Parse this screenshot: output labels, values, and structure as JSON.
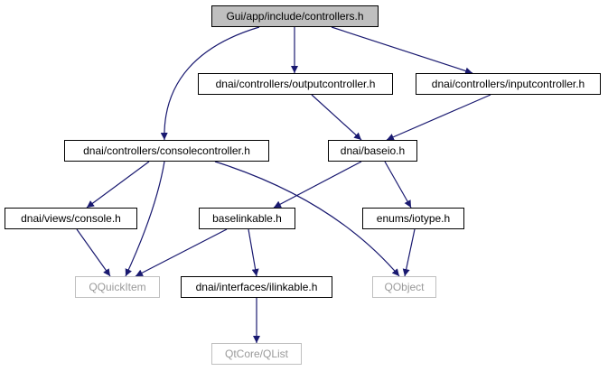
{
  "colors": {
    "edge": "#191970",
    "node_border": "#000000",
    "external_border": "#bfbfbf",
    "root_fill": "#bfbfbf"
  },
  "nodes": {
    "root": "Gui/app/include/controllers.h",
    "outputcontroller": "dnai/controllers/outputcontroller.h",
    "inputcontroller": "dnai/controllers/inputcontroller.h",
    "consolecontroller": "dnai/controllers/consolecontroller.h",
    "baseio": "dnai/baseio.h",
    "console": "dnai/views/console.h",
    "baselinkable": "baselinkable.h",
    "iotype": "enums/iotype.h",
    "qquickitem": "QQuickItem",
    "ilinkable": "dnai/interfaces/ilinkable.h",
    "qobject": "QObject",
    "qlist": "QtCore/QList"
  }
}
